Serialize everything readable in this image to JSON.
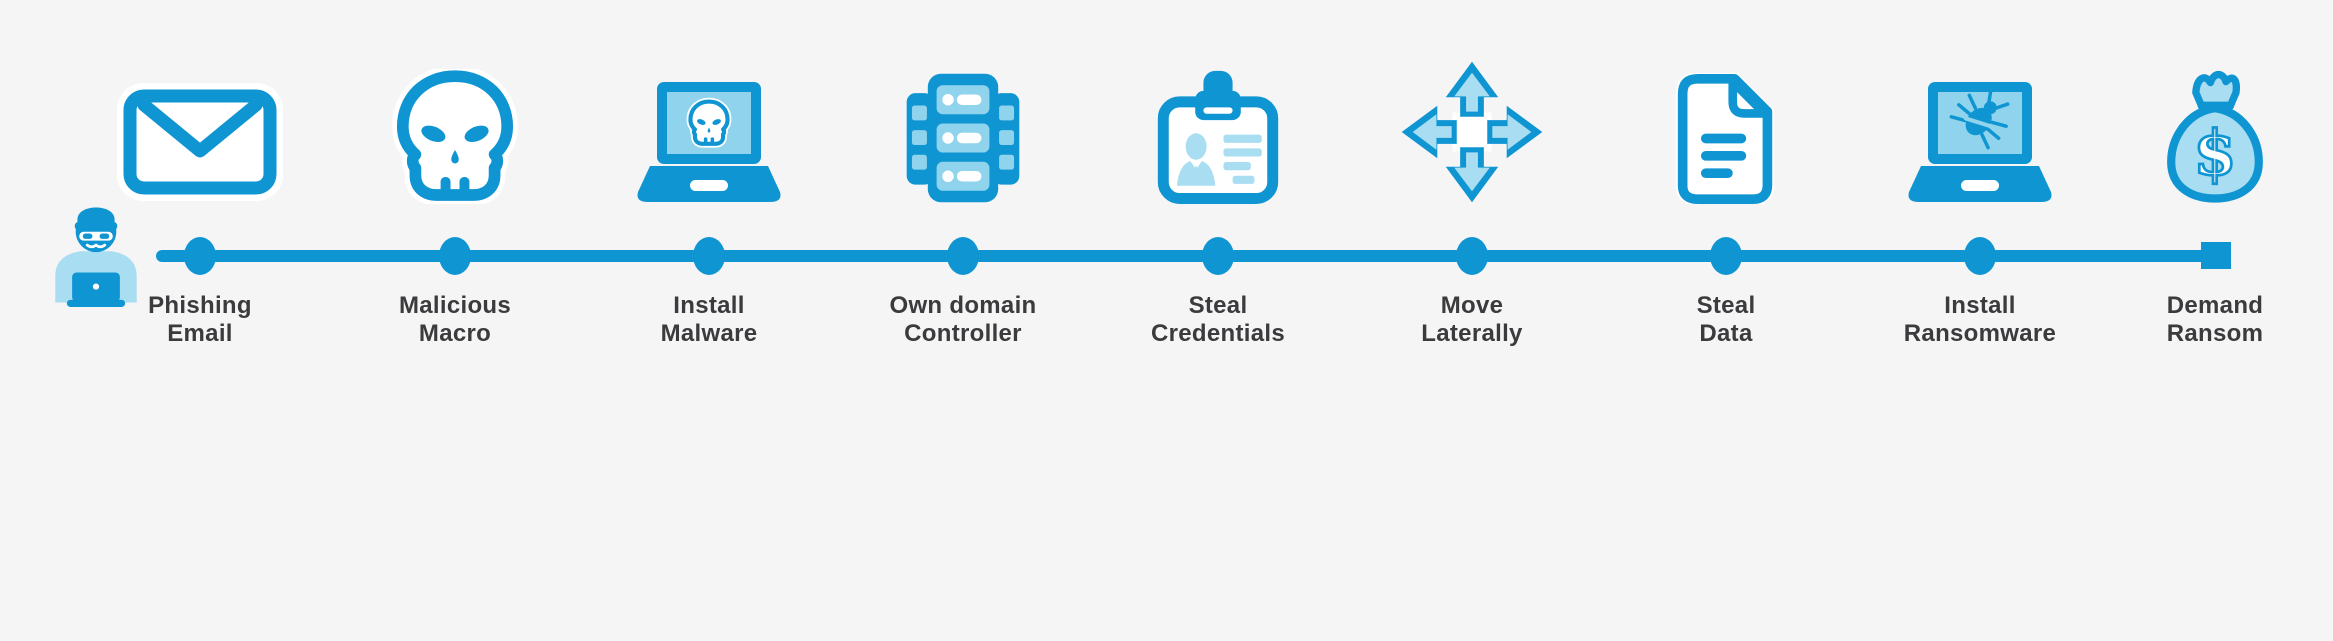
{
  "colors": {
    "primary_blue": "#1095d3",
    "light_blue": "#8fd3ec",
    "pale_blue": "#a9ddf2",
    "text_gray": "#3b3b3d",
    "background": "#f5f5f6"
  },
  "timeline": {
    "start_marker": "hacker-at-laptop",
    "stages": [
      {
        "icon": "envelope-icon",
        "label_line1": "Phishing",
        "label_line2": "Email"
      },
      {
        "icon": "skull-icon",
        "label_line1": "Malicious",
        "label_line2": "Macro"
      },
      {
        "icon": "laptop-skull-icon",
        "label_line1": "Install",
        "label_line2": "Malware"
      },
      {
        "icon": "server-stack-icon",
        "label_line1": "Own domain",
        "label_line2": "Controller"
      },
      {
        "icon": "id-badge-icon",
        "label_line1": "Steal",
        "label_line2": "Credentials"
      },
      {
        "icon": "move-arrows-icon",
        "label_line1": "Move",
        "label_line2": "Laterally"
      },
      {
        "icon": "document-icon",
        "label_line1": "Steal",
        "label_line2": "Data"
      },
      {
        "icon": "laptop-bug-icon",
        "label_line1": "Install",
        "label_line2": "Ransomware"
      },
      {
        "icon": "money-bag-icon",
        "label_line1": "Demand",
        "label_line2": "Ransom"
      }
    ]
  }
}
